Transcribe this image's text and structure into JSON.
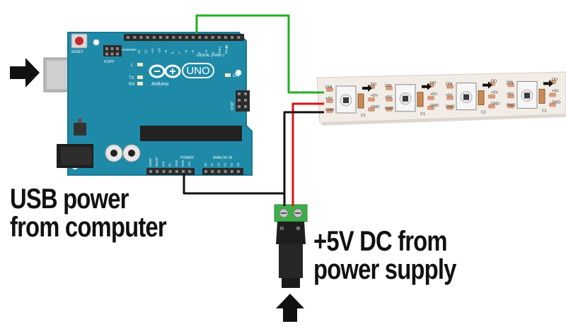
{
  "captions": {
    "usb_line1": "USB power",
    "usb_line2": "from computer",
    "ps_line1": "+5V DC from",
    "ps_line2": "power supply"
  },
  "board": {
    "model": "UNO",
    "brand": "Arduino",
    "reset_label": "RESET",
    "icsp2_label": "ICSP2",
    "icsp_label": "ICSP",
    "digital_label": "DIGITAL (PWM~)",
    "power_label": "POWER",
    "analog_label": "ANALOG IN",
    "on_label": "ON",
    "l_label": "L",
    "tx_label": "TX",
    "rx_label": "RX",
    "aref_label": "AREF",
    "gnd_label": "GND",
    "digital_pins": [
      "13",
      "12",
      "~11",
      "~10",
      "~9",
      "8",
      "7",
      "~6",
      "~5",
      "4",
      "~3",
      "2",
      "TX▸1",
      "RX◀0"
    ],
    "power_pins": [
      "IOREF",
      "RESET",
      "3V3",
      "5V",
      "GND",
      "GND",
      "VIN"
    ],
    "analog_pins": [
      "A0",
      "A1",
      "A2",
      "A3",
      "A4",
      "A5"
    ]
  },
  "strip": {
    "din_label": "DIN",
    "do_label": "DO",
    "plus5v_label": "+5V",
    "gnd_label": "GND",
    "cap_label": "C1"
  },
  "wires": {
    "data_color": "#22b022",
    "power_color": "#e01010",
    "ground_color": "#111111"
  },
  "colors": {
    "board": "#1f8aa8",
    "board_edge": "#1b7791",
    "header": "#2b2b2b",
    "terminal": "#3fae49",
    "jack": "#1e1e1e",
    "strip": "#f2ece6"
  },
  "icons": {
    "usb_arrow": "arrow-right",
    "ps_arrow": "arrow-up"
  }
}
